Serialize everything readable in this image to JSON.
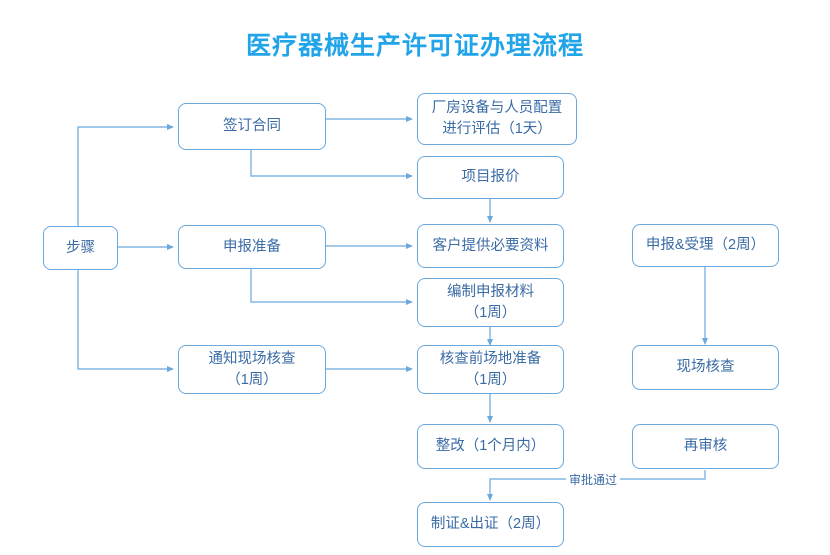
{
  "title": "医疗器械生产许可证办理流程",
  "theme": {
    "title_color": "#21a5e8",
    "box_border_color": "#6aa8dd",
    "box_text_color": "#3a6ba5",
    "connector_color": "#6aa8dd",
    "background": "#ffffff"
  },
  "nodes": [
    {
      "id": "steps",
      "label": "步骤"
    },
    {
      "id": "sign",
      "label": "签订合同"
    },
    {
      "id": "assess",
      "label": "厂房设备与人员配置\n进行评估（1天）"
    },
    {
      "id": "quote",
      "label": "项目报价"
    },
    {
      "id": "prepare",
      "label": "申报准备"
    },
    {
      "id": "client_docs",
      "label": "客户提供必要资料"
    },
    {
      "id": "compile",
      "label": "编制申报材料\n（1周）"
    },
    {
      "id": "notify",
      "label": "通知现场核查\n（1周）"
    },
    {
      "id": "site_prep",
      "label": "核查前场地准备\n（1周）"
    },
    {
      "id": "rectify",
      "label": "整改（1个月内）"
    },
    {
      "id": "issue",
      "label": "制证&出证（2周）"
    },
    {
      "id": "declare",
      "label": "申报&受理（2周）"
    },
    {
      "id": "onsite",
      "label": "现场核查"
    },
    {
      "id": "recheck",
      "label": "再审核"
    }
  ],
  "edge_labels": [
    {
      "id": "approved",
      "label": "审批通过"
    }
  ]
}
